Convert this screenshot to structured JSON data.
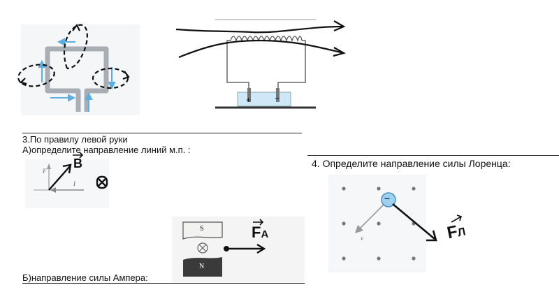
{
  "task3": {
    "title": "3.По правилу левой руки",
    "part_a": "А)определите направление линий м.п. :",
    "part_b": "Б)направление силы Ампера:",
    "fig_a": {
      "label_f": "F",
      "label_i": "I",
      "label_b": "B"
    },
    "magnet": {
      "top_pole": "S",
      "bottom_pole": "N",
      "force_label": "F",
      "force_sub": "A"
    }
  },
  "task4": {
    "title": "4. Определите направление силы Лоренца:",
    "charge_sign": "−",
    "velocity_label": "v",
    "force_label": "F",
    "force_sub": "Л"
  },
  "battery": {
    "plus": "+",
    "minus": "−"
  }
}
